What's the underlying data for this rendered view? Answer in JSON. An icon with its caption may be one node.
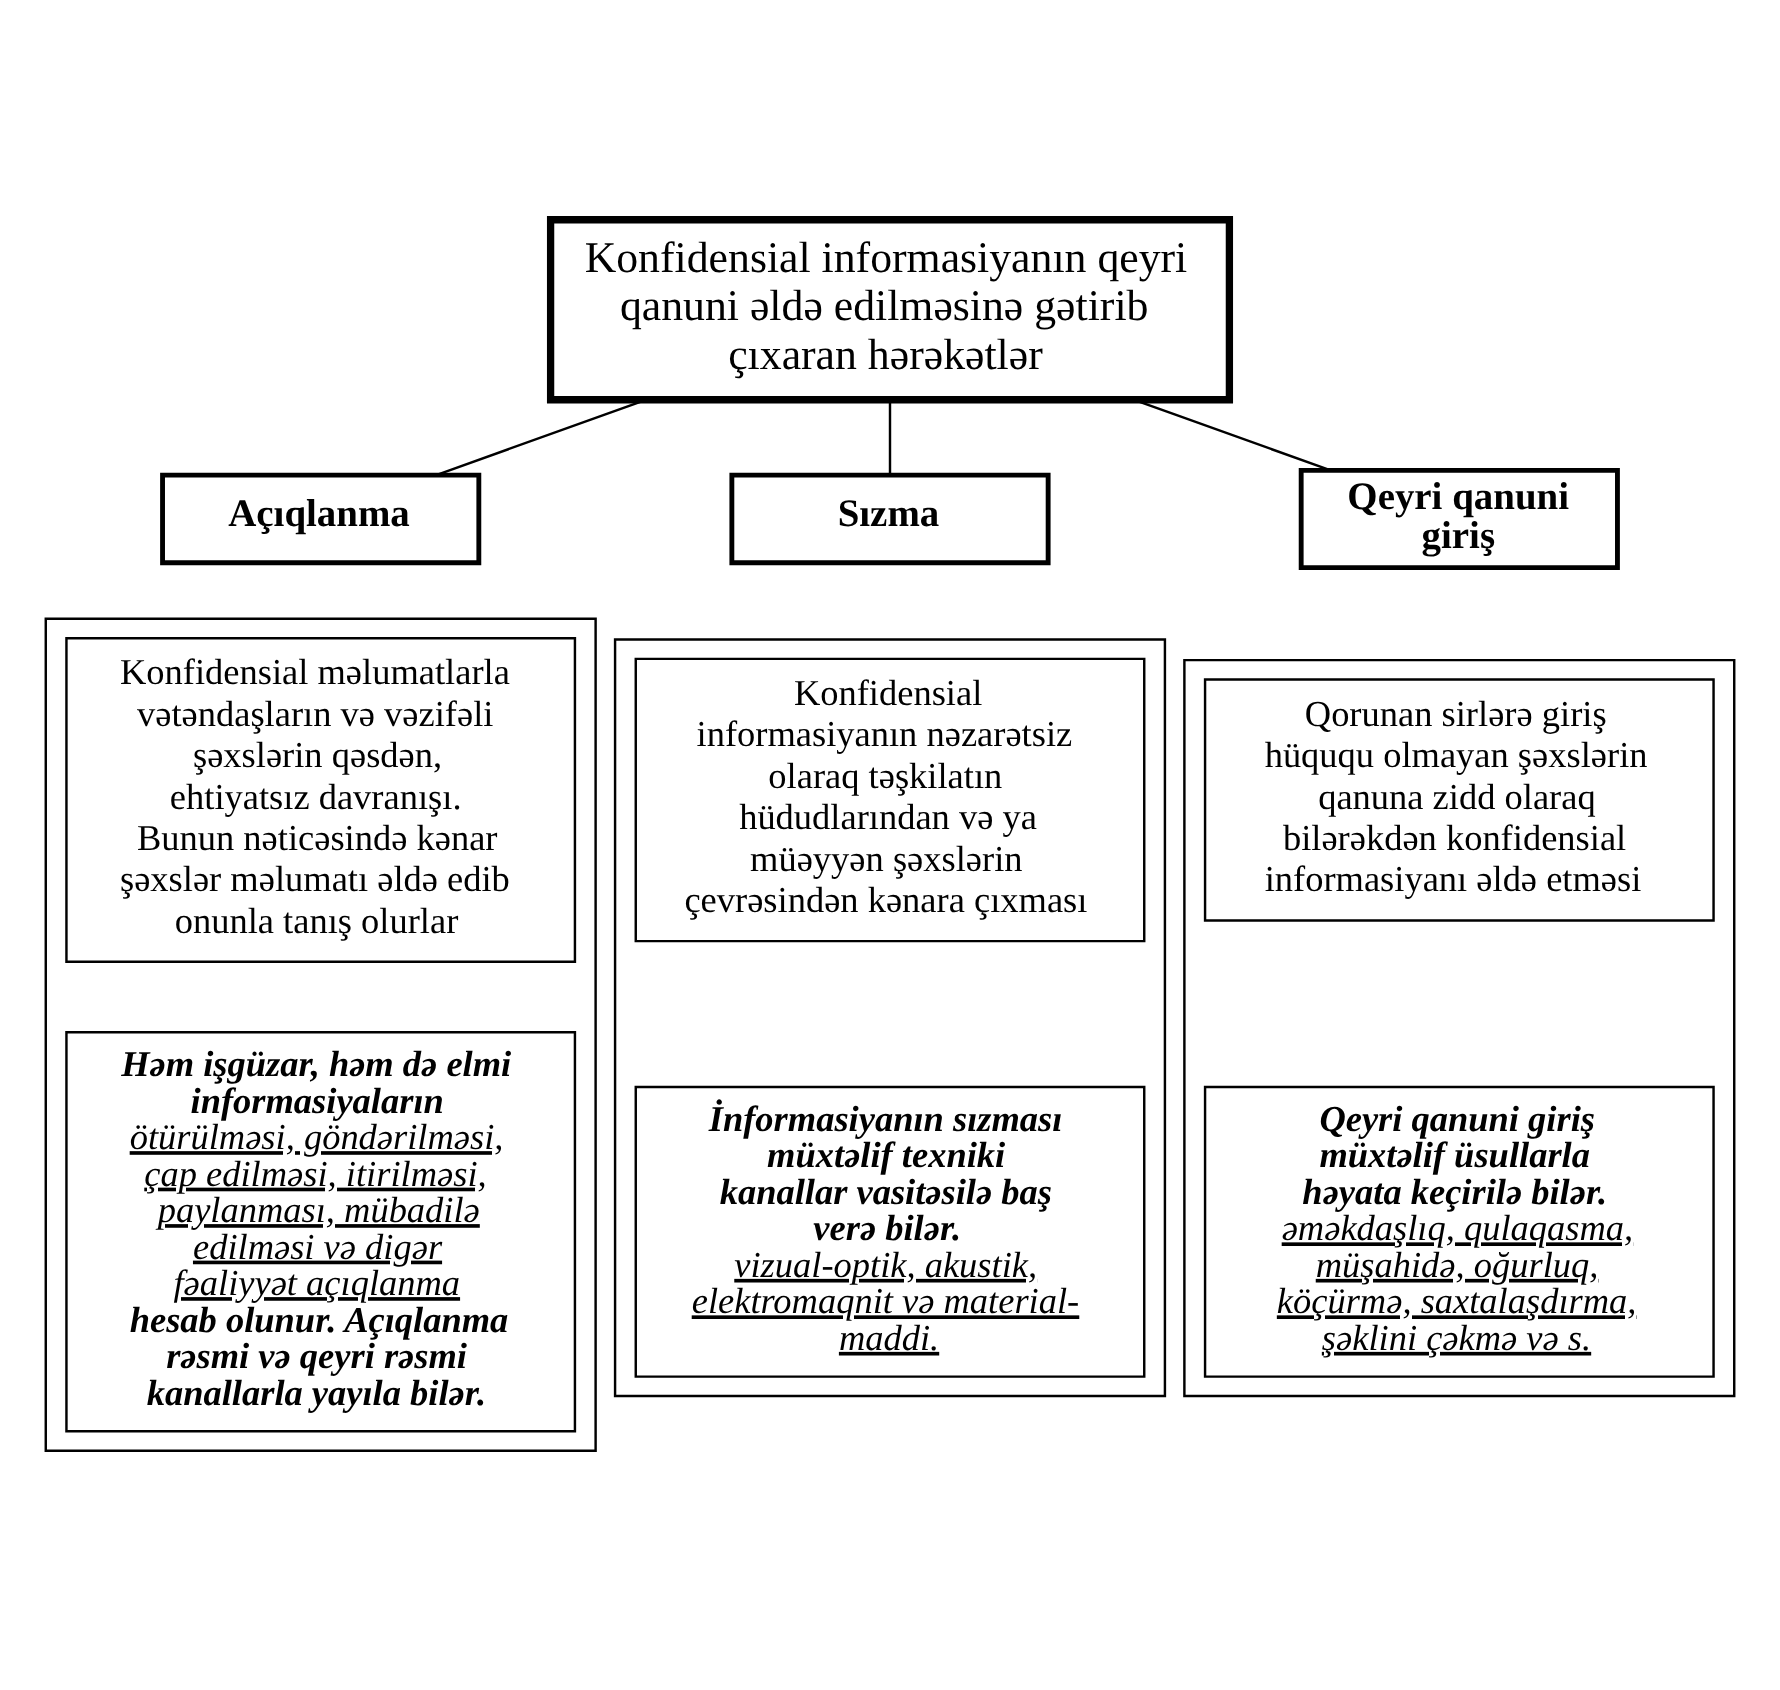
{
  "diagram": {
    "nodes": [
      {
        "text": [
          "Konfidensial informasiyanın qeyri qanuni əldə edilməsinə gətirib çıxaran hərəkətlər"
        ]
      },
      {
        "text": [
          "Açıqlanma"
        ]
      },
      {
        "text": [],
        "shape": "box"
      },
      {
        "text": [
          "Konfidensial məlumatlarla vətəndaşların və vəzifəli şəxslərin qəsdən, ehtiyatsız davranışı. Bunun nəticəsində kənar şəxslər məlumatı əldə edib onunla tanış olurlar"
        ],
        "in": 2
      },
      {
        "text": [
          "Həm işgüzar, həm də elmi informasiyaların",
          "ötürülməsi, göndərilməsi, çap edilməsi, itirilməsi, paylanması, mübadilə edilməsi və digər fəaliyyət açıqlanma",
          "hesab olunur. Açıqlanma rəsmi və qeyri rəsmi kanallarla yayıla bilər."
        ],
        "in": 2
      },
      {
        "text": [
          "Sızma"
        ]
      },
      {
        "text": [],
        "shape": "box"
      },
      {
        "text": [
          "Konfidensial informasiyanın nəzarətsiz olaraq təşkilatın hüdudlarından və ya müəyyən şəxslərin çevrəsindən kənara çıxması"
        ],
        "in": 6
      },
      {
        "text": [
          "İnformasiyanın sızması müxtəlif texniki kanallar vasitəsilə baş verə bilər.",
          "vizual-optik, akustik, elektromaqnit və material-maddi."
        ],
        "in": 6
      },
      {
        "text": [
          "Qeyri qanuni giriş"
        ]
      },
      {
        "text": [],
        "shape": "box"
      },
      {
        "text": [
          "Qorunan sirlərə giriş hüququ olmayan şəxslərin qanuna zidd olaraq bilərəkdən konfidensial informasiyanı əldə etməsi"
        ],
        "in": 10
      },
      {
        "text": [
          "Qeyri qanuni giriş müxtəlif üsullarla həyata keçirilə bilər.",
          "əməkdaşlıq, qulaqasma, müşahidə, oğurluq, köçürmə, saxtalaşdırma, şəklini çəkmə və s."
        ],
        "in": 10
      }
    ],
    "edges": [
      {
        "from": 0,
        "to": 1,
        "arrow": "none"
      },
      {
        "from": 0,
        "to": 5,
        "arrow": "none"
      },
      {
        "from": 0,
        "to": 9,
        "arrow": "none"
      }
    ]
  }
}
